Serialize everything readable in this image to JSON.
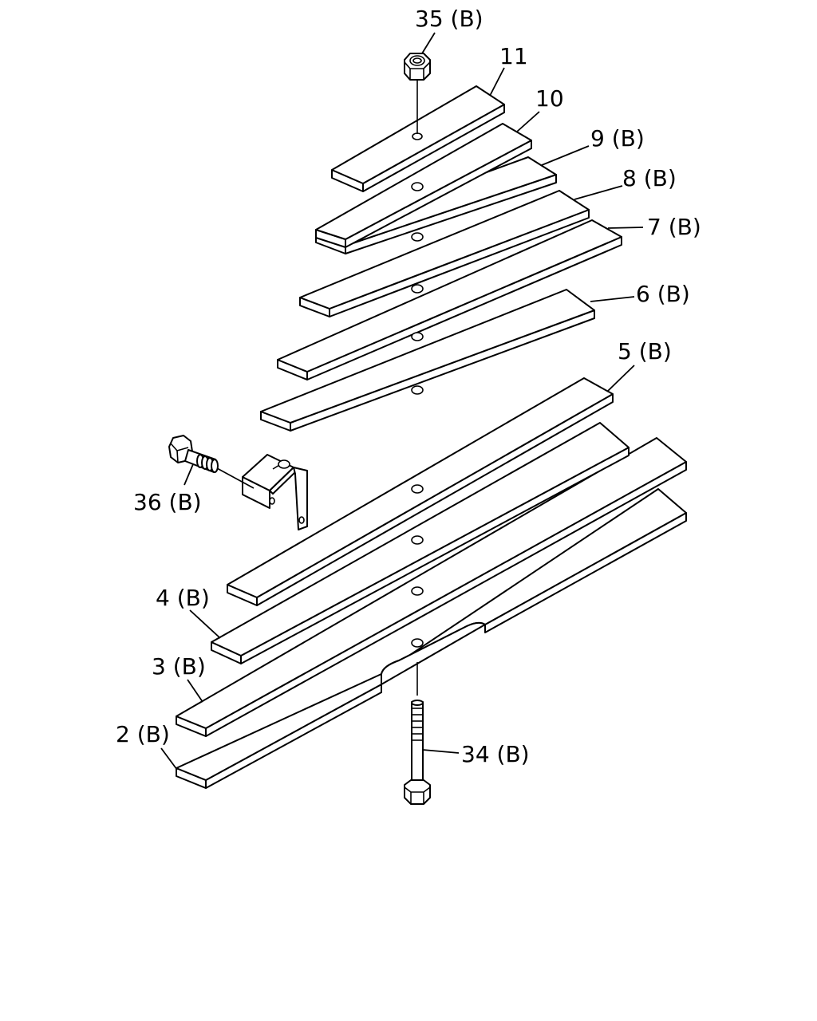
{
  "callouts": {
    "c35": "35 (B)",
    "c11": "11",
    "c10": "10",
    "c9": "9 (B)",
    "c8": "8 (B)",
    "c7": "7 (B)",
    "c6": "6 (B)",
    "c5": "5 (B)",
    "c36": "36 (B)",
    "c4": "4 (B)",
    "c3": "3 (B)",
    "c2": "2 (B)",
    "c34": "34 (B)"
  },
  "colors": {
    "line": "#000000",
    "background": "#ffffff"
  }
}
